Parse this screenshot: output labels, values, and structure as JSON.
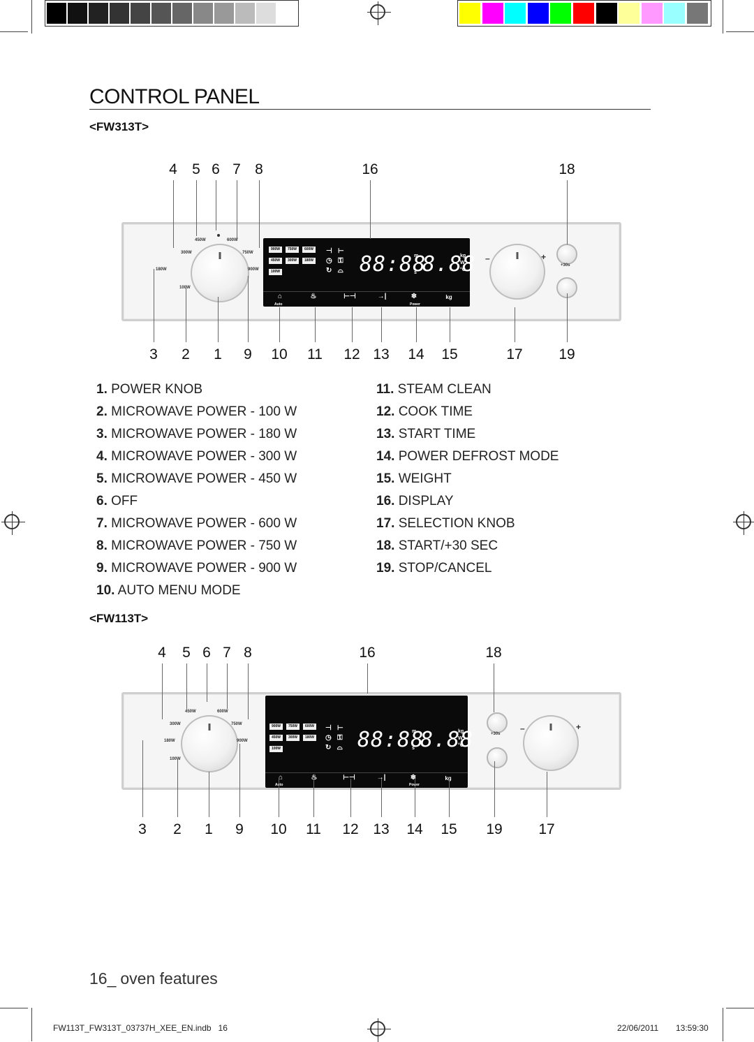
{
  "page": {
    "title": "CONTROL PANEL",
    "page_number": "16_",
    "section": "oven features",
    "file_name": "FW113T_FW313T_03737H_XEE_EN.indb   16",
    "date": "22/06/2011",
    "time": "13:59:30"
  },
  "colors": {
    "gray_bar": [
      "#000000",
      "#111111",
      "#222222",
      "#333333",
      "#444444",
      "#555555",
      "#666666",
      "#888888",
      "#999999",
      "#bbbbbb",
      "#dddddd",
      "#ffffff"
    ],
    "color_bar": [
      "#ffff00",
      "#ff00ff",
      "#00ffff",
      "#0000ff",
      "#00ff00",
      "#ff0000",
      "#000000",
      "#ffff99",
      "#ff99ff",
      "#99ffff",
      "#777777"
    ]
  },
  "fw313t": {
    "heading": "<FW313T>",
    "top_numbers": [
      "4",
      "5",
      "6",
      "7",
      "8",
      "16",
      "18"
    ],
    "bottom_numbers": [
      "3",
      "2",
      "1",
      "9",
      "10",
      "11",
      "12",
      "13",
      "14",
      "15",
      "17",
      "19"
    ]
  },
  "fw113t": {
    "heading": "<FW113T>",
    "top_numbers": [
      "4",
      "5",
      "6",
      "7",
      "8",
      "16",
      "18"
    ],
    "bottom_numbers": [
      "3",
      "2",
      "1",
      "9",
      "10",
      "11",
      "12",
      "13",
      "14",
      "15",
      "19",
      "17"
    ]
  },
  "panel_labels": {
    "w450": "450W",
    "w600": "600W",
    "w300": "300W",
    "w750": "750W",
    "w180": "180W",
    "w900": "900W",
    "w100": "100W",
    "box_900": "900W",
    "box_750": "750W",
    "box_600": "600W",
    "box_450": "450W",
    "box_300": "300W",
    "box_180": "180W",
    "box_100": "100W",
    "seg_time": "88:88",
    "seg_val": "8.88",
    "unit_m": "m",
    "unit_s": "s",
    "unit_kg": "kg",
    "unit_w": "W",
    "unit_c": "°C",
    "auto": "Auto",
    "power": "Power",
    "kg_btn": "kg",
    "minus": "–",
    "plus": "+",
    "plus30": "+30s"
  },
  "legend_left": [
    {
      "num": "1.",
      "text": "POWER KNOB"
    },
    {
      "num": "2.",
      "text": "MICROWAVE POWER - 100 W"
    },
    {
      "num": "3.",
      "text": "MICROWAVE POWER - 180 W"
    },
    {
      "num": "4.",
      "text": "MICROWAVE POWER - 300 W"
    },
    {
      "num": "5.",
      "text": "MICROWAVE POWER - 450 W"
    },
    {
      "num": "6.",
      "text": "OFF"
    },
    {
      "num": "7.",
      "text": "MICROWAVE POWER - 600 W"
    },
    {
      "num": "8.",
      "text": "MICROWAVE POWER - 750 W"
    },
    {
      "num": "9.",
      "text": "MICROWAVE POWER - 900 W"
    },
    {
      "num": "10.",
      "text": "AUTO MENU MODE"
    }
  ],
  "legend_right": [
    {
      "num": "11.",
      "text": "STEAM CLEAN"
    },
    {
      "num": "12.",
      "text": "COOK TIME"
    },
    {
      "num": "13.",
      "text": "START TIME"
    },
    {
      "num": "14.",
      "text": "POWER DEFROST MODE"
    },
    {
      "num": "15.",
      "text": "WEIGHT"
    },
    {
      "num": "16.",
      "text": "DISPLAY"
    },
    {
      "num": "17.",
      "text": "SELECTION KNOB"
    },
    {
      "num": "18.",
      "text": "START/+30 SEC"
    },
    {
      "num": "19.",
      "text": "STOP/CANCEL"
    }
  ]
}
